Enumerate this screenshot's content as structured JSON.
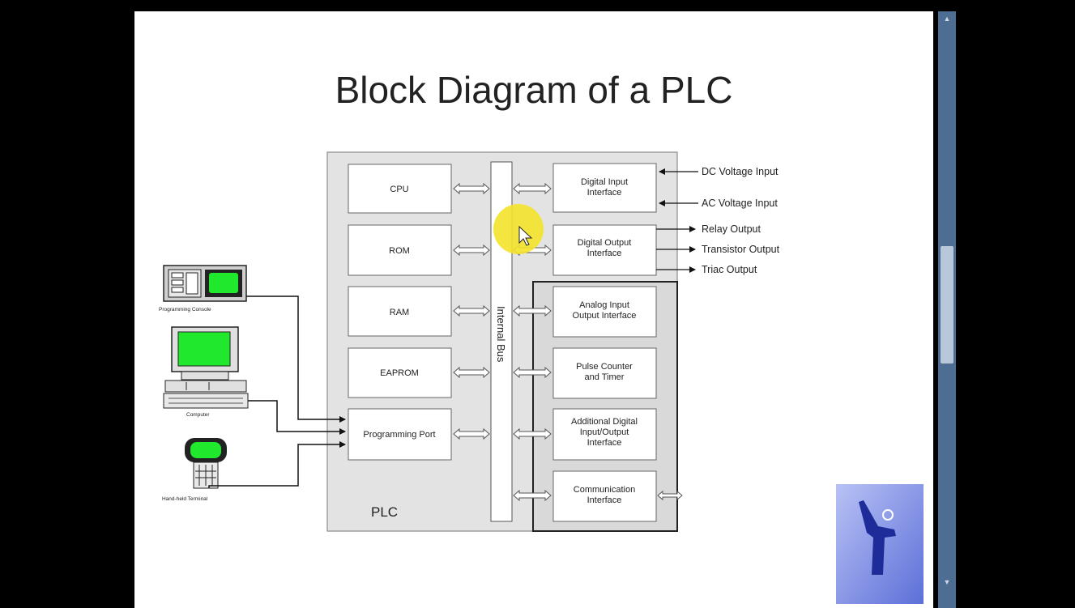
{
  "slide": {
    "title": "Block Diagram of a PLC"
  },
  "diagram": {
    "plc_label": "PLC",
    "bus_label": "Internal Bus",
    "left_blocks": {
      "cpu": "CPU",
      "rom": "ROM",
      "ram": "RAM",
      "eaprom": "EAPROM",
      "programming_port": "Programming Port"
    },
    "right_blocks": {
      "digital_input": [
        "Digital Input",
        "Interface"
      ],
      "digital_output": [
        "Digital Output",
        "Interface"
      ],
      "analog_io": [
        "Analog Input",
        "Output Interface"
      ],
      "pulse_counter": [
        "Pulse Counter",
        "and Timer"
      ],
      "additional_digital": [
        "Additional Digital",
        "Input/Output",
        "Interface"
      ],
      "communication": [
        "Communication",
        "Interface"
      ]
    },
    "signals": {
      "dc_voltage_input": "DC Voltage Input",
      "ac_voltage_input": "AC Voltage Input",
      "relay_output": "Relay Output",
      "transistor_output": "Transistor Output",
      "triac_output": "Triac Output"
    },
    "devices": {
      "programming_console": "Programming Console",
      "computer": "Computer",
      "handheld_terminal": "Hand-held Terminal"
    }
  }
}
